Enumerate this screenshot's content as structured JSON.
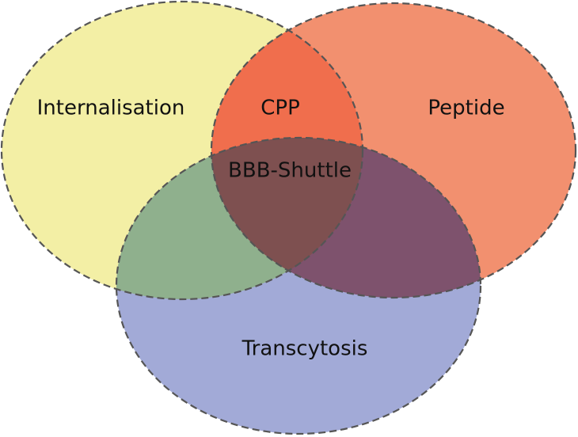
{
  "diagram": {
    "type": "venn",
    "sets": [
      {
        "id": "internalisation",
        "label": "Internalisation",
        "color": "#F3EFA5"
      },
      {
        "id": "peptide",
        "label": "Peptide",
        "color": "#F2906F"
      },
      {
        "id": "transcytosis",
        "label": "Transcytosis",
        "color": "#A2AAD7"
      }
    ],
    "overlaps": [
      {
        "sets": [
          "internalisation",
          "peptide"
        ],
        "label": "CPP",
        "color": "#F06E4D"
      },
      {
        "sets": [
          "internalisation",
          "transcytosis"
        ],
        "label": "",
        "color": "#8FB08D"
      },
      {
        "sets": [
          "peptide",
          "transcytosis"
        ],
        "label": "",
        "color": "#7E526D"
      },
      {
        "sets": [
          "internalisation",
          "peptide",
          "transcytosis"
        ],
        "label": "BBB-Shuttle",
        "color": "#7E5050"
      }
    ],
    "outline_style": "dashed",
    "outline_color": "#555555"
  }
}
